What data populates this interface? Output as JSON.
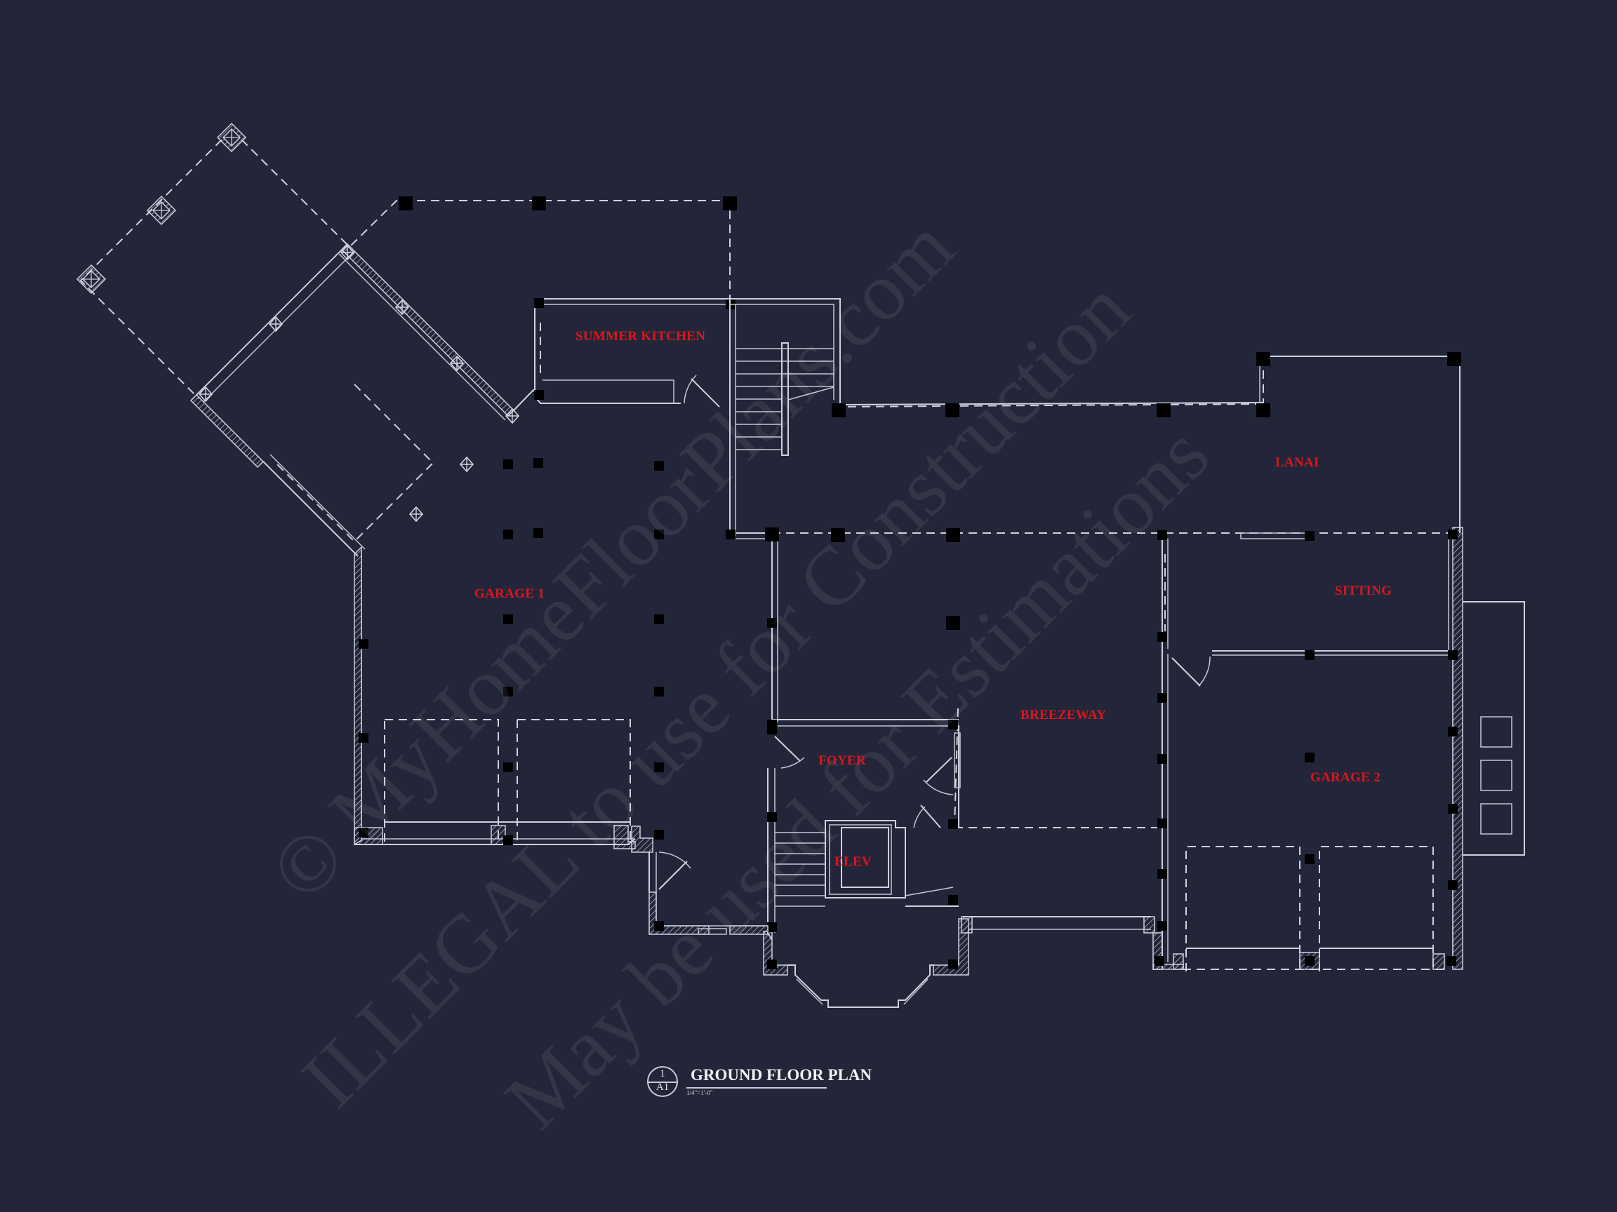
{
  "drawing": {
    "title": "GROUND FLOOR PLAN",
    "scale": "1/4\"=1'-0\"",
    "detail_number": "1",
    "sheet_number": "A1"
  },
  "rooms": {
    "summer_kitchen": "SUMMER KITCHEN",
    "lanai": "LANAI",
    "garage_1": "GARAGE 1",
    "sitting": "SITTING",
    "breezeway": "BREEZEWAY",
    "foyer": "FOYER",
    "garage_2": "GARAGE 2",
    "elev": "ELEV"
  },
  "watermark": {
    "line1": "© MyHomeFloorPlans.com",
    "line2": "ILLEGAL to use for Construction",
    "line3": "May be used for Estimations"
  },
  "colors": {
    "background": "#232639",
    "linework": "#cfd2dc",
    "room_label": "#e0141e"
  }
}
